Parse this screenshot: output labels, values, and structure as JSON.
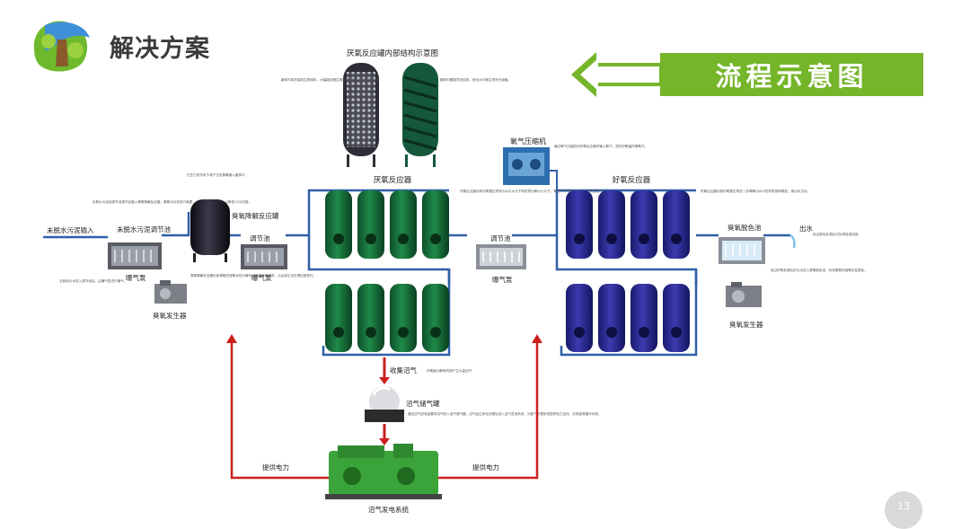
{
  "header": {
    "title": "解决方案",
    "banner": "流程示意图"
  },
  "diagram": {
    "internal_title": "厌氧反应罐内部结构示意图",
    "internal_note_left": "罐体内填充高效生物填料，大幅增加微生物附着面积，提高处理效率。",
    "internal_note_right": "罐体内螺旋导流结构，使污水与微生物充分接触。",
    "anaerobic": "厌氧反应器",
    "anaerobic_note": "厌氧反应器利用厌氧微生物将污水中大分子有机物分解为小分子，降低COD浓度，同时产生大量沼气。",
    "aerobic": "好氧反应器",
    "aerobic_note": "好氧反应器利用好氧微生物进一步降解污水中的有机物和氨氮，使出水达标。",
    "compressor": "氧气压缩机",
    "compressor_note": "通过氧气压缩机向好氧反应器内输入氧气，提供好氧菌所需氧气。",
    "inlet": "未脱水污泥输入",
    "reg_tank1": "未脱水污泥调节池",
    "reg_tank2": "调节池",
    "reg_tank3": "调节池",
    "ozone_reactor": "臭氧降解反应罐",
    "ozone_note_top": "在压力的作用下将产生的臭氧输入罐体中",
    "ozone_note_left": "未脱水污泥经调节池调节后输入臭氧降解反应罐，臭氧对污泥进行破壁，分解难降解有机物，以降低COD浓度。",
    "ozone_note_bottom": "臭氧降解反应罐利用臭氧的强氧化性分解污泥中的有机物质，为后续生化处理创造条件。",
    "pump_note": "当前段污水进入调节池后，由曝气泵进行曝气。",
    "aeration_pump1": "曝气泵",
    "aeration_pump2": "曝气泵",
    "aeration_pump3": "曝气泵",
    "ozone_gen1": "臭氧发生器",
    "ozone_gen2": "臭氧发生器",
    "decolor": "臭氧脱色池",
    "decolor_note": "经过好氧处理后的污水进入臭氧脱色池，利用臭氧的强氧化性脱色。",
    "outlet": "出水",
    "outlet_note": "经过脱色处理后达标排放或回用。",
    "collect_gas": "收集沼气",
    "collect_note": "厌氧菌分解有机物产生大量沼气",
    "gas_tank": "沼气储气罐",
    "gas_tank_note": "通过沼气回收装置将沼气收入沼气储气罐，沼气经过净化处理后进入沼气发电系统，为整个处理系统提供电力支持，实现能源循环利用。",
    "power_left": "提供电力",
    "power_right": "提供电力",
    "generator": "沼气发电系统"
  },
  "footer": {
    "page": "13"
  }
}
